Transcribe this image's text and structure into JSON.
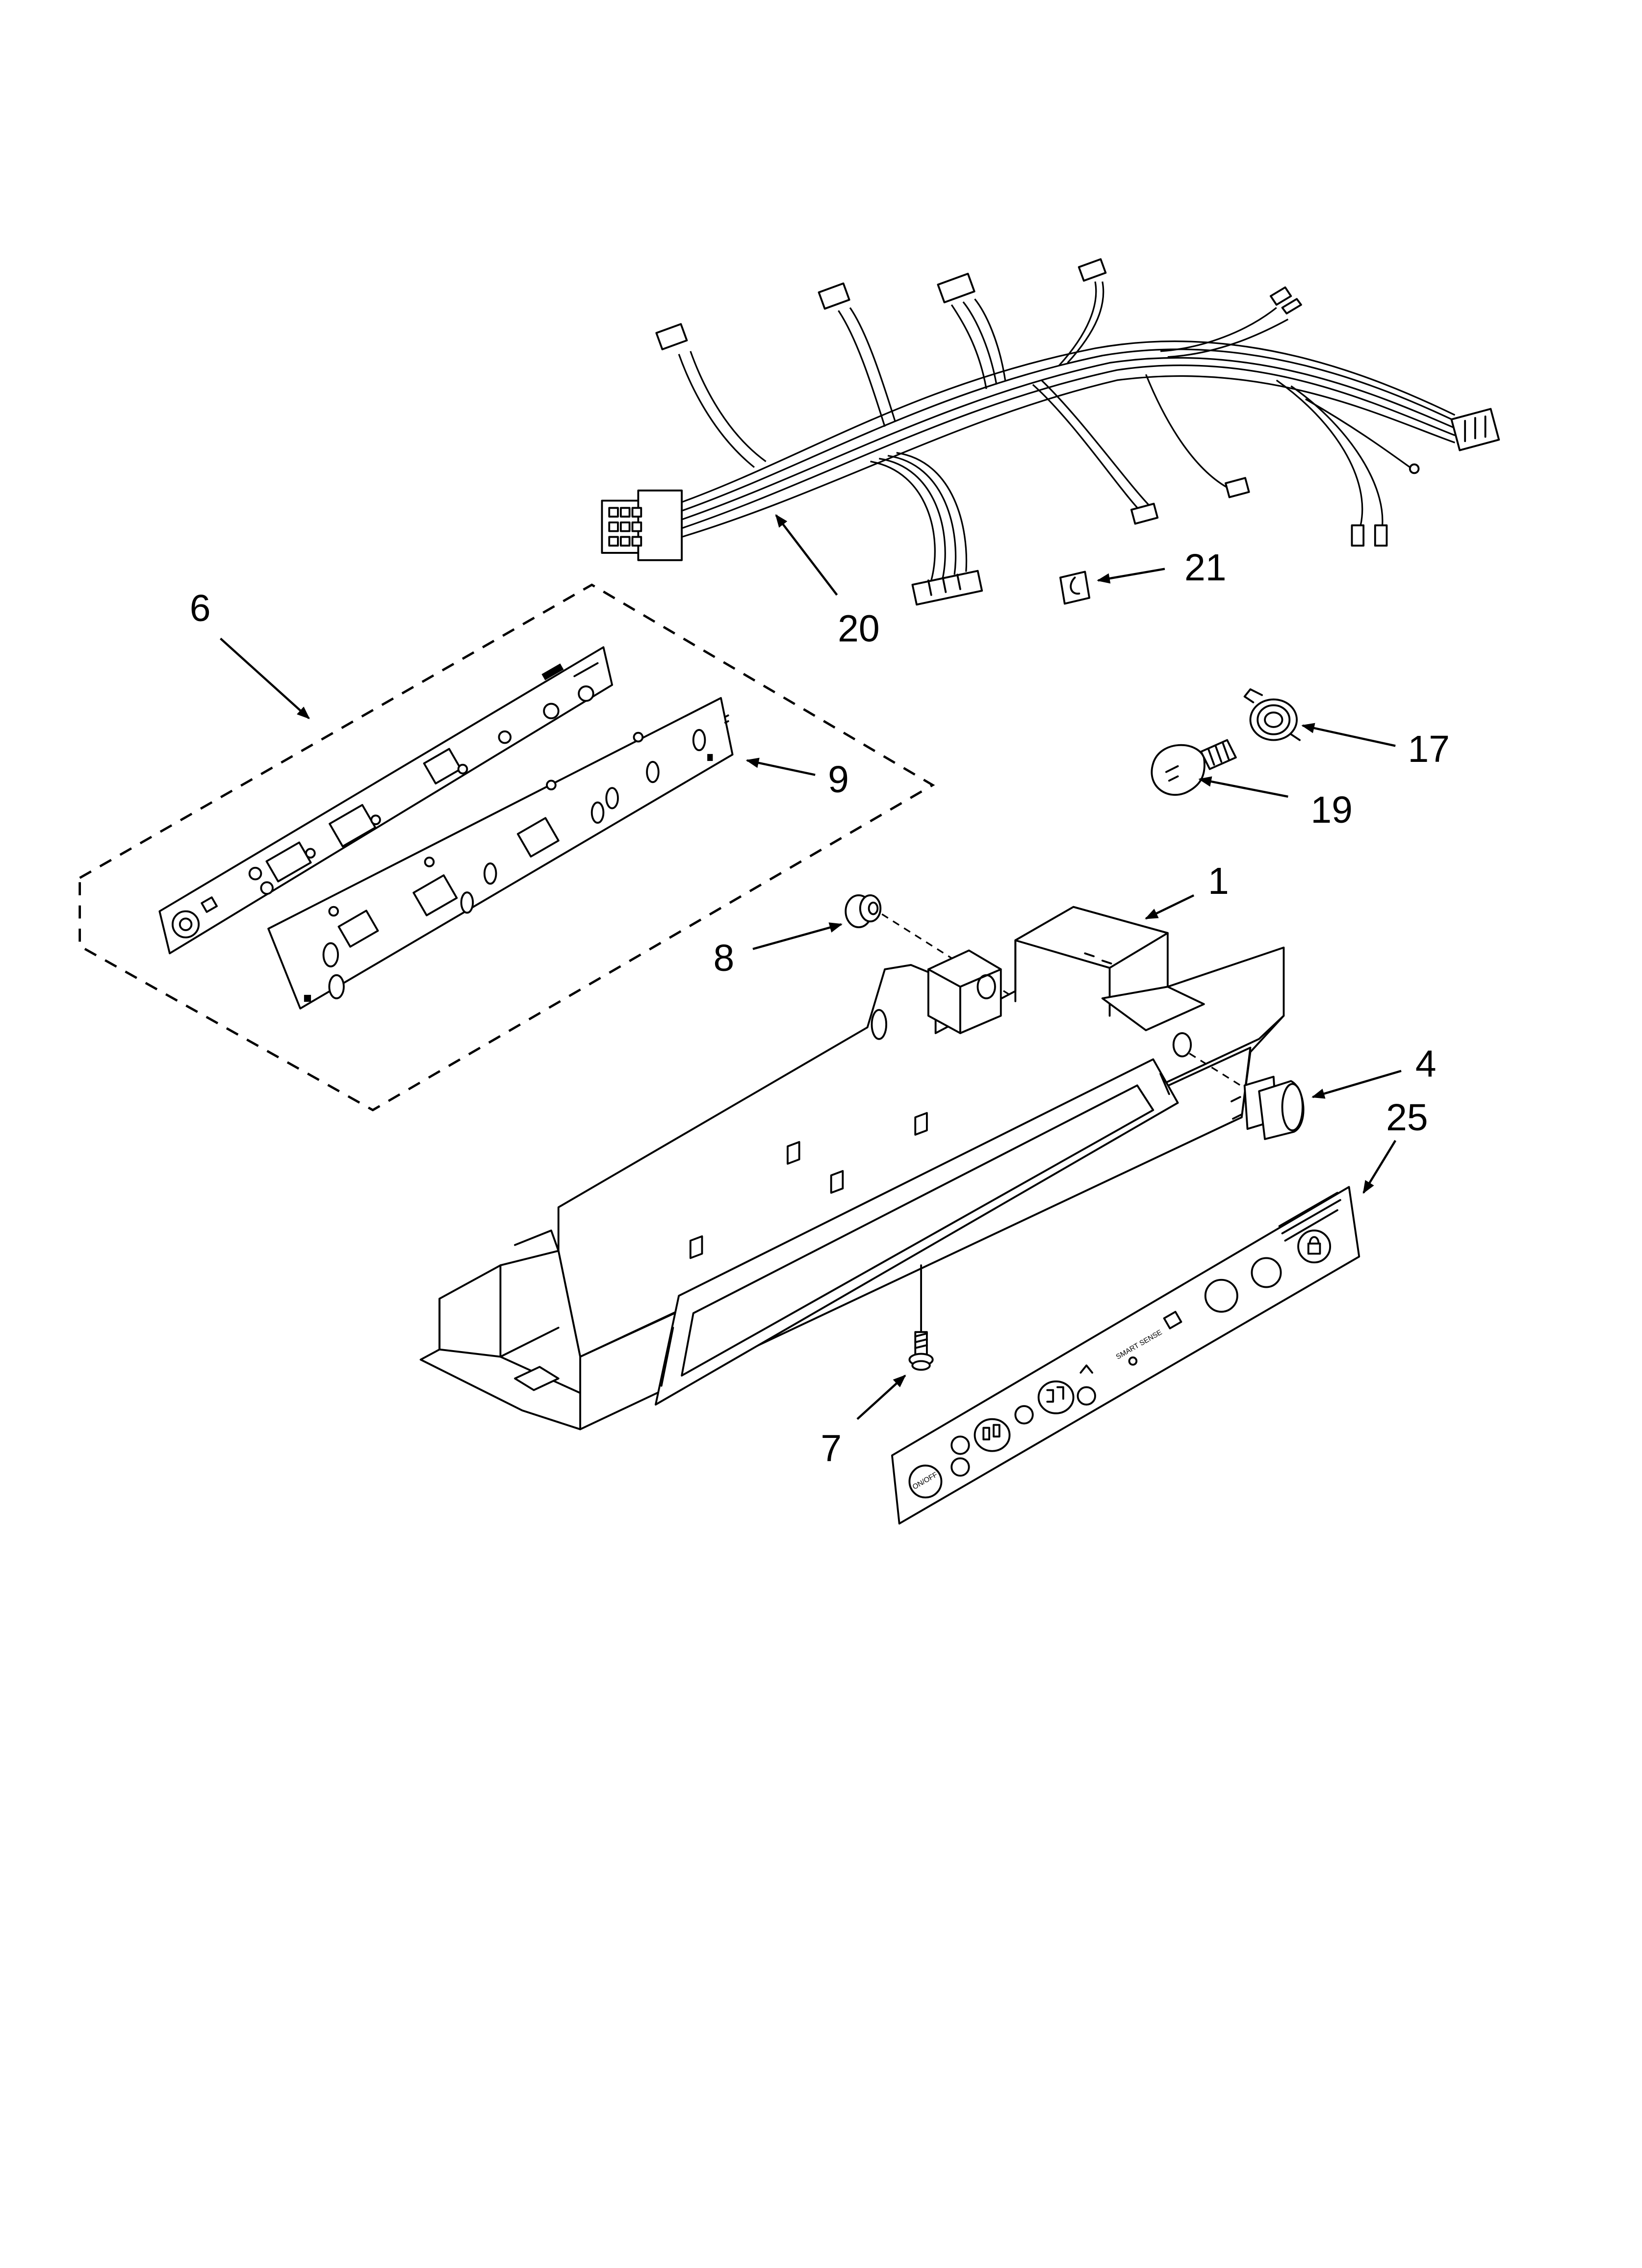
{
  "diagram": {
    "callouts": [
      {
        "label": "6"
      },
      {
        "label": "9"
      },
      {
        "label": "20"
      },
      {
        "label": "21"
      },
      {
        "label": "17"
      },
      {
        "label": "19"
      },
      {
        "label": "1"
      },
      {
        "label": "8"
      },
      {
        "label": "4"
      },
      {
        "label": "25"
      },
      {
        "label": "7"
      }
    ],
    "faceplate_text": {
      "on_off": "ON/OFF",
      "smart_sense": "SMART SENSE"
    },
    "colors": {
      "line": "#000000",
      "background": "#ffffff"
    }
  }
}
